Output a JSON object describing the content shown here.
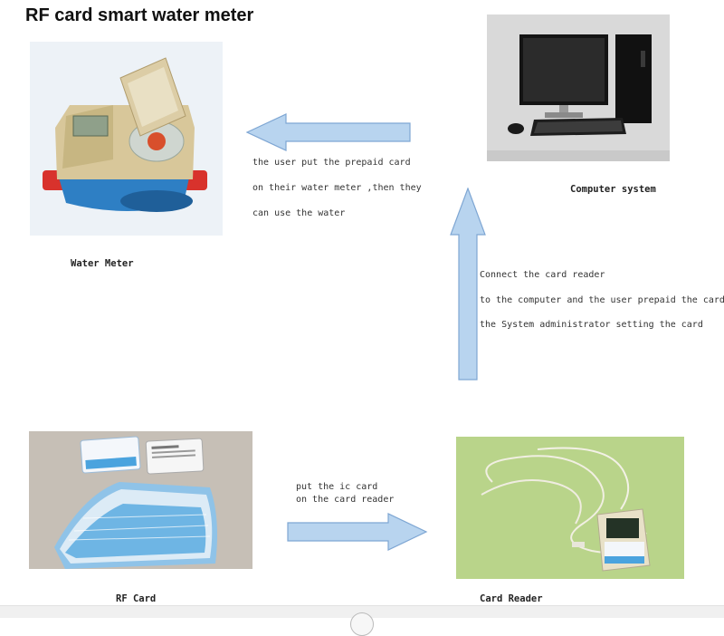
{
  "title": "RF card smart water meter",
  "labels": {
    "water_meter": "Water Meter",
    "computer_system": "Computer system",
    "rf_card": "RF Card",
    "card_reader": "Card Reader"
  },
  "notes": {
    "meter_lines": [
      "the user put the prepaid card",
      "on their water meter ,then they",
      "can use the water"
    ],
    "reader_lines": [
      "Connect the card reader",
      "to the computer and the user prepaid the card",
      "the System administrator setting the card"
    ],
    "card_lines": [
      "put the ic card",
      "on the card reader"
    ]
  },
  "colors": {
    "arrow_fill": "#b8d4ef",
    "arrow_stroke": "#7ea6d3",
    "meter_body": "#d8c79a",
    "meter_base": "#2e7fc4",
    "meter_pipe": "#d8322c",
    "reader_bg": "#b9d48a",
    "table_bg": "#c6bfb6",
    "card_blue": "#4aa3de"
  },
  "icons": [
    "water-meter-photo",
    "computer-photo",
    "rf-cards-photo",
    "card-reader-photo"
  ]
}
